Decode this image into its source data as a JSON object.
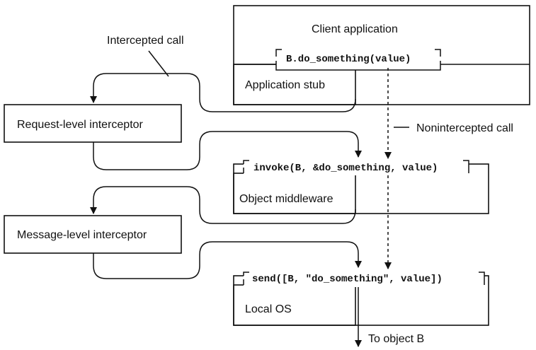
{
  "labels": {
    "client_application": "Client application",
    "application_stub": "Application stub",
    "request_level_interceptor": "Request-level interceptor",
    "object_middleware": "Object middleware",
    "message_level_interceptor": "Message-level interceptor",
    "local_os": "Local OS",
    "intercepted_call": "Intercepted call",
    "nonintercepted_call": "Nonintercepted call",
    "to_object_b": "To object B"
  },
  "calls": {
    "do_something": "B.do_something(value)",
    "invoke": "invoke(B, &do_something, value)",
    "send": "send([B, \"do_something\", value])"
  }
}
